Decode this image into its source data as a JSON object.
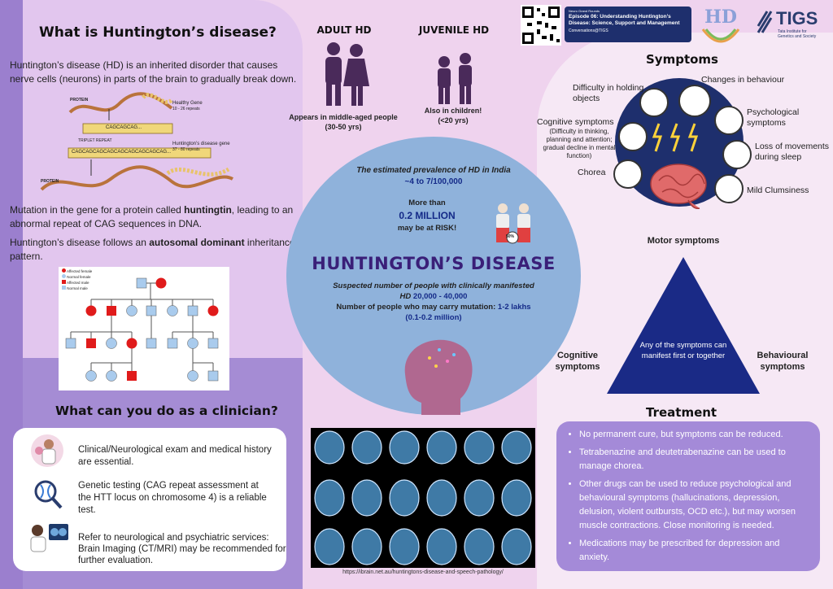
{
  "what": {
    "title": "What is Huntington’s disease?",
    "p1": "Huntington’s disease (HD) is an inherited disorder that causes nerve cells (neurons) in parts of the brain to gradually break down.",
    "p2a": "Mutation in the gene for a protein called ",
    "p2b": "huntingtin",
    "p2c": ", leading to an abnormal repeat of CAG sequences in DNA.",
    "p3a": "Huntington’s disease follows an ",
    "p3b": "autosomal dominant",
    "p3c": " inheritance pattern."
  },
  "gene": {
    "protein_top": "PROTEIN",
    "healthy_label": "Healthy Gene",
    "healthy_repeats": "10 - 26 repeats",
    "seq_healthy": "CAGCAGCAG...",
    "triplet": "TRIPLET REPEAT",
    "hd_label": "Huntington’s disease gene",
    "hd_repeats": "37 - 80 repeats",
    "seq_hd": "CAGCAGCAGCAGCAGCAGCAGCAGCAG...",
    "protein_bottom": "PROTEIN"
  },
  "pedigree": {
    "legend": [
      "Affected female",
      "Normal female",
      "Affected male",
      "Normal male"
    ],
    "colors": {
      "affected": "#e01b1b",
      "normal": "#a9cbed"
    }
  },
  "clinician": {
    "title": "What can you do as a clinician?",
    "items": [
      "Clinical/Neurological exam and medical history are essential.",
      "Genetic testing (CAG repeat assessment at the HTT locus on chromosome 4) is a reliable test.",
      "Refer to neurological and psychiatric services: Brain Imaging (CT/MRI) may be recommended for further evaluation."
    ]
  },
  "adult": {
    "title": "ADULT HD",
    "desc1": "Appears in middle-aged people",
    "desc2": "(30-50 yrs)"
  },
  "juvenile": {
    "title": "JUVENILE HD",
    "desc1": "Also in children!",
    "desc2": "(<20 yrs)"
  },
  "center": {
    "prev_label": "The estimated prevalence of HD in India",
    "prev_value": "~4 to 7/100,000",
    "more_than": "More than",
    "risk_value": "0.2 MILLION",
    "risk_label": "may be at RISK!",
    "pct_badge": "50%",
    "main_title": "HUNTINGTON’S DISEASE",
    "suspected": "Suspected number of people with clinically manifested",
    "hd_prefix": "HD ",
    "hd_value": "20,000 - 40,000",
    "mutation_label": "Number of people who may carry mutation: ",
    "mutation_value": "1-2 lakhs",
    "mutation_sub": "(0.1-0.2 million)"
  },
  "source_url": "https://ibrain.net.au/huntingtons-disease-and-speech-pathology/",
  "header": {
    "episode_small": "Neuro Grand Rounds",
    "episode": "Episode 06: Understanding Huntington’s Disease: Science, Support and Management",
    "conv": "Conversations@TIGS",
    "logo_hd": "HD",
    "tigs": "TIGS",
    "tigs_sub1": "Tata Institute for",
    "tigs_sub2": "Genetics and Society"
  },
  "symptoms": {
    "title": "Symptoms",
    "holding1": "Difficulty in holding",
    "holding2": "objects",
    "behaviour": "Changes in behaviour",
    "cognitive": "Cognitive symptoms",
    "cognitive_sub": "(Difficulty in thinking, planning and attention; gradual decline in mental function)",
    "psych1": "Psychological",
    "psych2": "symptoms",
    "loss1": "Loss of movements",
    "loss2": "during sleep",
    "chorea": "Chorea",
    "clumsy": "Mild Clumsiness"
  },
  "triangle": {
    "motor": "Motor symptoms",
    "cognitive1": "Cognitive",
    "cognitive2": "symptoms",
    "behavioural1": "Behavioural",
    "behavioural2": "symptoms",
    "center1": "Any of the symptoms can",
    "center2": "manifest first or together"
  },
  "treatment": {
    "title": "Treatment",
    "items": [
      "No permanent cure, but symptoms can be reduced.",
      "Tetrabenazine and deutetrabenazine can be used to manage chorea.",
      "Other drugs can be used to reduce psychological and behavioural symptoms (hallucinations, depression, delusion, violent outbursts, OCD etc.), but may worsen muscle contractions. Close monitoring is needed.",
      "Medications may be prescribed for depression and anxiety."
    ]
  }
}
